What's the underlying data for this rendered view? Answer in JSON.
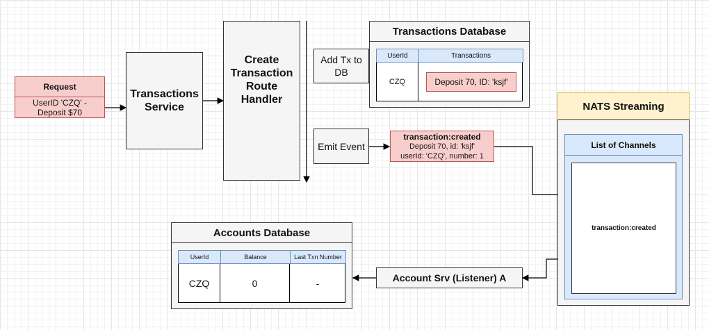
{
  "request": {
    "title": "Request",
    "body": "UserID 'CZQ' -\nDeposit $70"
  },
  "transactions_service": {
    "label": "Transactions\nService"
  },
  "route_handler": {
    "label": "Create\nTransaction\nRoute\nHandler"
  },
  "add_tx": {
    "label": "Add Tx to\nDB"
  },
  "emit_event": {
    "label": "Emit Event"
  },
  "transactions_db": {
    "title": "Transactions Database",
    "col_userid": "UserId",
    "col_transactions": "Transactions",
    "userid": "CZQ",
    "transaction": "Deposit 70, ID: 'ksjf'"
  },
  "event": {
    "title": "transaction:created",
    "line1": "Deposit 70, id: 'ksjf'",
    "line2": "userId: 'CZQ', number: 1"
  },
  "nats": {
    "title": "NATS Streaming",
    "channels_title": "List of Channels",
    "channel": "transaction:created"
  },
  "account_srv": {
    "label": "Account Srv (Listener) A"
  },
  "accounts_db": {
    "title": "Accounts Database",
    "col_userid": "UserId",
    "col_balance": "Balance",
    "col_last": "Last Txn Number",
    "userid": "CZQ",
    "balance": "0",
    "last": "-"
  },
  "colors": {
    "pink_fill": "#f8cecc",
    "pink_stroke": "#b85450",
    "blue_fill": "#dae8fc",
    "blue_stroke": "#6c8ebf",
    "yellow_fill": "#fff2cc",
    "yellow_stroke": "#d6b656",
    "gray_fill": "#f5f5f5"
  }
}
